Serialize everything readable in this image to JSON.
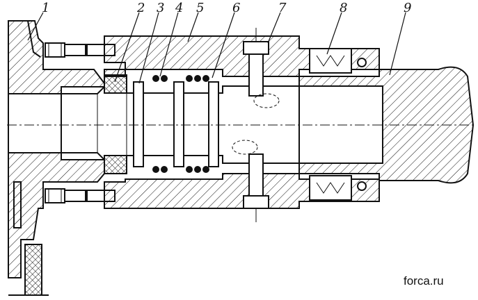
{
  "part_labels": [
    "1",
    "2",
    "3",
    "4",
    "5",
    "6",
    "7",
    "8",
    "9"
  ],
  "watermark": "forca.ru",
  "colors": {
    "ink": "#111111",
    "paper": "#ffffff"
  }
}
